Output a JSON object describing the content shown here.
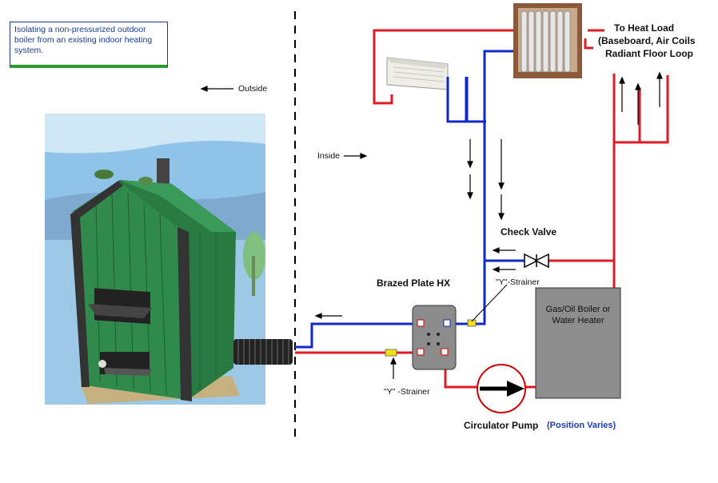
{
  "caption": "Isolating a non-pressurized outdoor boiler from an existing indoor heating system.",
  "labels": {
    "outside": "Outside",
    "inside": "Inside",
    "heat_load_line1": "To Heat Load",
    "heat_load_line2": "(Baseboard, Air Coils",
    "heat_load_line3": "Radiant Floor Loop",
    "check_valve": "Check Valve",
    "brazed_plate": "Brazed Plate HX",
    "strainer_top": "\"Y\"-Strainer",
    "strainer_bottom": "\"Y\" -Strainer",
    "boiler_line1": "Gas/Oil Boiler or",
    "boiler_line2": "Water Heater",
    "circulator": "Circulator Pump",
    "position_varies": "(Position Varies)"
  },
  "colors": {
    "hot_pipe": "#e01b24",
    "cold_pipe": "#1228c8",
    "furnace_green": "#2f8a4c",
    "sky": "#8fc3e8",
    "strainer": "#f2e21a",
    "boiler_fill": "#8d8d8d"
  }
}
